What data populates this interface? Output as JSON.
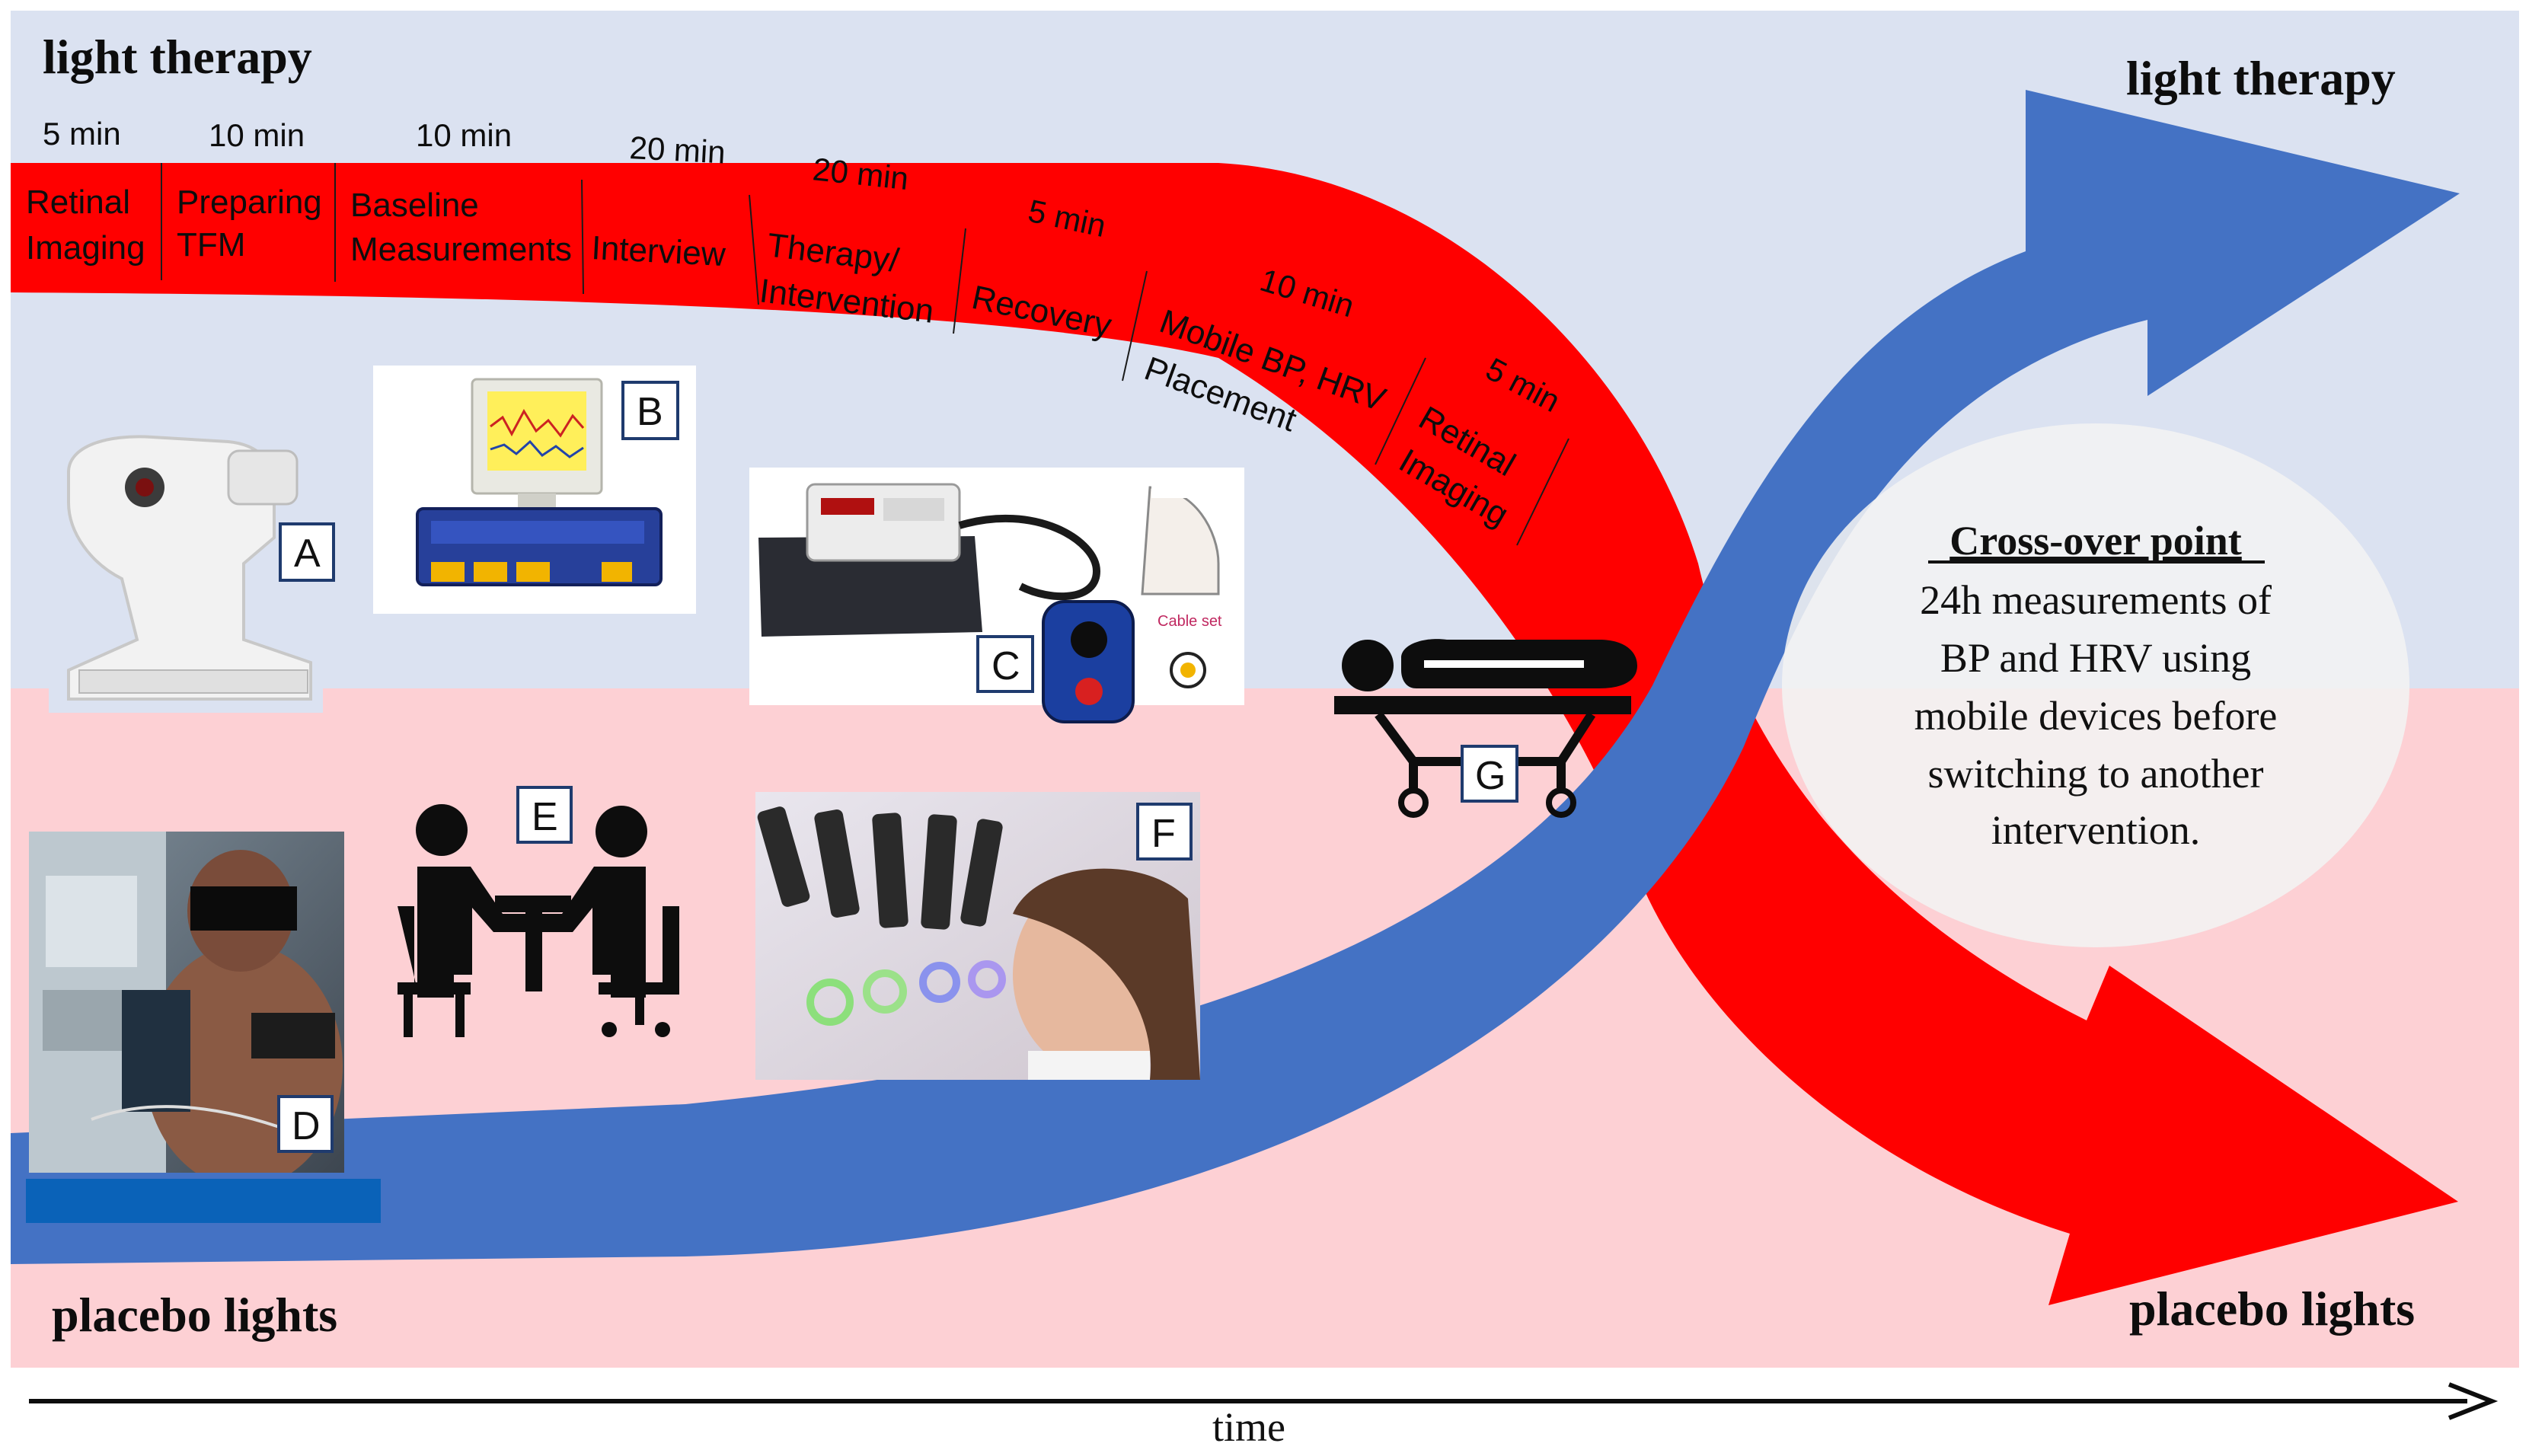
{
  "top_group_label": "light therapy",
  "bottom_group_label": "placebo lights",
  "right_top_label": "light therapy",
  "right_bottom_label": "placebo lights",
  "time_axis_label": "time",
  "colors": {
    "top_band": "#dbe2f1",
    "bottom_band": "#fdd0d4",
    "red_arrow": "#ff0000",
    "blue_arrow": "#4472c4",
    "dark_blue_bar": "#0a62b8"
  },
  "steps": [
    {
      "duration": "5 min",
      "label_line1": "Retinal",
      "label_line2": "Imaging"
    },
    {
      "duration": "10 min",
      "label_line1": "Preparing",
      "label_line2": "TFM"
    },
    {
      "duration": "10 min",
      "label_line1": "Baseline",
      "label_line2": "Measurements"
    },
    {
      "duration": "20 min",
      "label_line1": "Interview",
      "label_line2": ""
    },
    {
      "duration": "20 min",
      "label_line1": "Therapy/",
      "label_line2": "Intervention"
    },
    {
      "duration": "5 min",
      "label_line1": "Recovery",
      "label_line2": ""
    },
    {
      "duration": "10 min",
      "label_line1": "Mobile BP, HRV",
      "label_line2": "Placement"
    },
    {
      "duration": "5 min",
      "label_line1": "Retinal",
      "label_line2": "Imaging"
    }
  ],
  "panels": {
    "A": "A",
    "B": "B",
    "C": "C",
    "D": "D",
    "E": "E",
    "F": "F",
    "G": "G"
  },
  "panel_c_caption": "Cable set",
  "crossover": {
    "title": "Cross-over point",
    "line1": "24h measurements of",
    "line2": "BP and HRV using",
    "line3": "mobile devices before",
    "line4": "switching to another",
    "line5": "intervention."
  }
}
